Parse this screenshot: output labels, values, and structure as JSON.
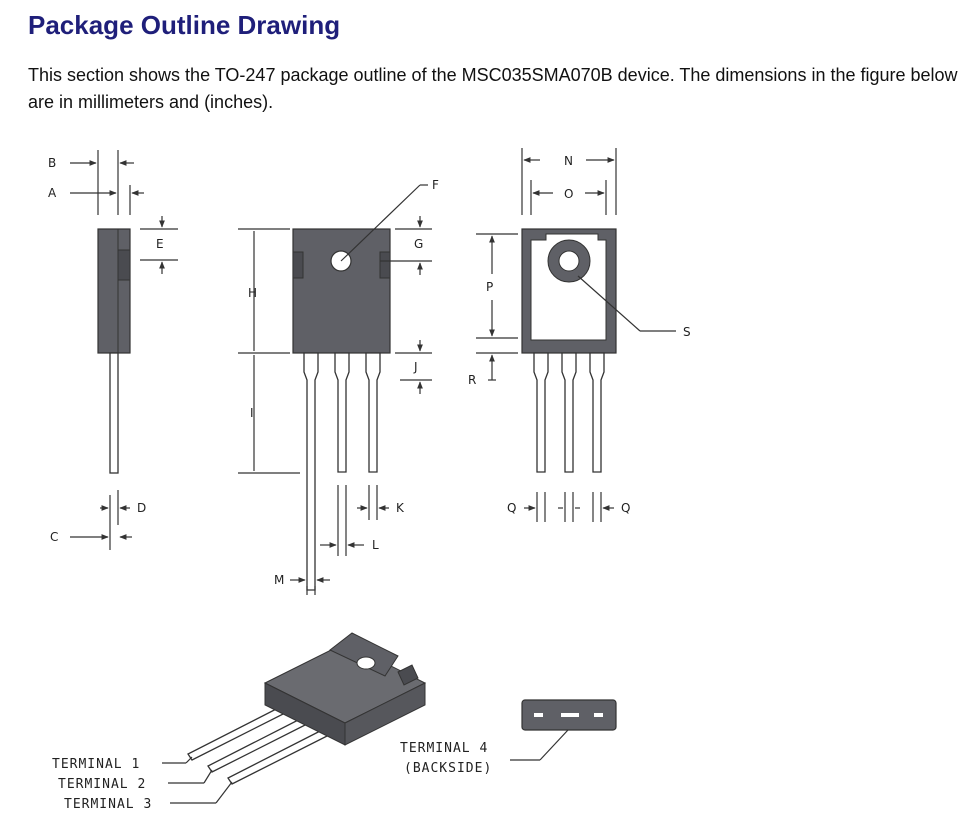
{
  "page": {
    "heading": "Package Outline Drawing",
    "intro": "This section shows the TO-247 package outline of the MSC035SMA070B device. The dimensions in the figure below are in millimeters and (inches)."
  },
  "labels": {
    "A": "A",
    "B": "B",
    "C": "C",
    "D": "D",
    "E": "E",
    "F": "F",
    "G": "G",
    "H": "H",
    "I": "I",
    "J": "J",
    "K": "K",
    "L": "L",
    "M": "M",
    "N": "N",
    "O": "O",
    "P": "P",
    "Q": "Q",
    "R": "R",
    "S": "S"
  },
  "terminals": {
    "t1": "TERMINAL 1",
    "t2": "TERMINAL 2",
    "t3": "TERMINAL 3",
    "t4": "TERMINAL 4",
    "t4_note": "(BACKSIDE)"
  },
  "colors": {
    "body": "#5f6066",
    "body_dark": "#4a4b50",
    "heading": "#1f1f7a",
    "line": "#333333"
  }
}
